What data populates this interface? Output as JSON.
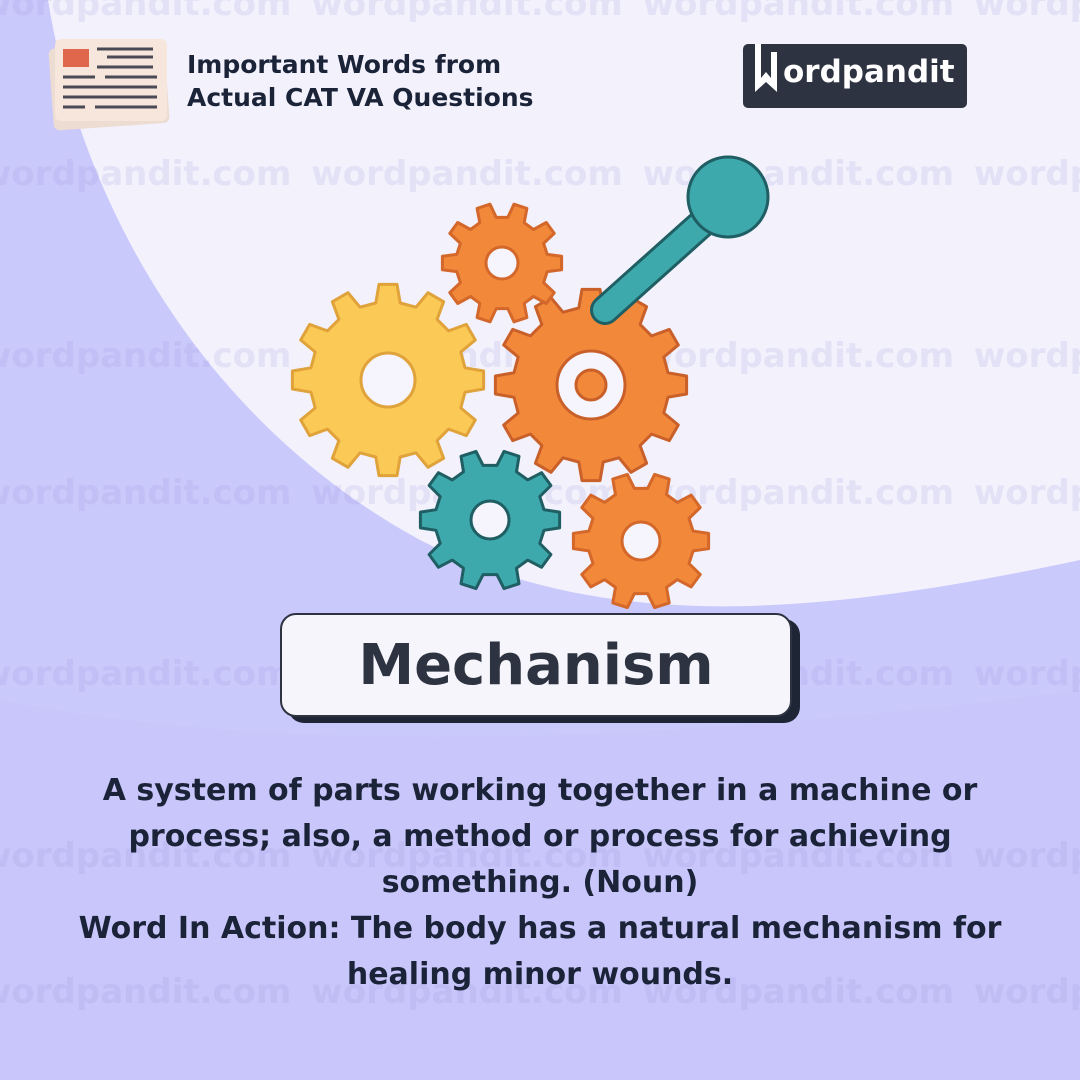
{
  "header": {
    "title_line1": "Important Words from",
    "title_line2": "Actual CAT VA Questions"
  },
  "logo": {
    "text": "ordpandit",
    "full": "Wordpandit"
  },
  "watermark": "wordpandit.com wordpandit.com wordpandit.com wordpandit.com",
  "word": "Mechanism",
  "definition": {
    "line1": "A system of parts working together in a machine or",
    "line2": "process; also, a method or process for achieving",
    "line3": "something. (Noun)",
    "line4": "Word In Action: The body has a natural mechanism for",
    "line5": "healing minor wounds."
  },
  "colors": {
    "bg": "#f2f1fc",
    "lavender": "#c9c8fb",
    "dark": "#2d3340",
    "teal": "#3ea9ad",
    "orange": "#f2893a",
    "yellow": "#fbc956"
  }
}
